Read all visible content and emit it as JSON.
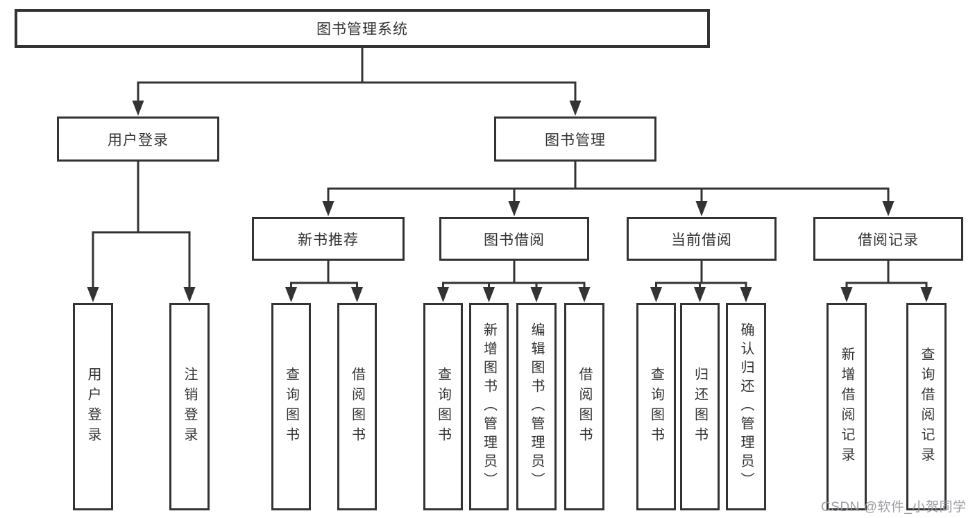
{
  "diagram_title": "图书管理系统",
  "nodes": {
    "root": {
      "label": "图书管理系统"
    },
    "user_login": {
      "label": "用户登录"
    },
    "book_mgmt": {
      "label": "图书管理"
    },
    "new_book_rec": {
      "label": "新书推荐"
    },
    "book_borrow": {
      "label": "图书借阅"
    },
    "current_borrow": {
      "label": "当前借阅"
    },
    "borrow_record": {
      "label": "借阅记录"
    },
    "v_user_login": {
      "label": "用户登录"
    },
    "v_logout": {
      "label": "注销登录"
    },
    "nb_query": {
      "label": "查询图书"
    },
    "nb_borrow": {
      "label": "借阅图书"
    },
    "bb_query": {
      "label": "查询图书"
    },
    "bb_add": {
      "label": "新增图书（管理员）"
    },
    "bb_edit": {
      "label": "编辑图书（管理员）"
    },
    "bb_borrow": {
      "label": "借阅图书"
    },
    "cb_query": {
      "label": "查询图书"
    },
    "cb_return": {
      "label": "归还图书"
    },
    "cb_confirm": {
      "label": "确认归还（管理员）"
    },
    "br_add": {
      "label": "新增借阅记录"
    },
    "br_query": {
      "label": "查询借阅记录"
    }
  },
  "hierarchy": {
    "root": [
      "user_login",
      "book_mgmt"
    ],
    "user_login": [
      "v_user_login",
      "v_logout"
    ],
    "book_mgmt": [
      "new_book_rec",
      "book_borrow",
      "current_borrow",
      "borrow_record"
    ],
    "new_book_rec": [
      "nb_query",
      "nb_borrow"
    ],
    "book_borrow": [
      "bb_query",
      "bb_add",
      "bb_edit",
      "bb_borrow"
    ],
    "current_borrow": [
      "cb_query",
      "cb_return",
      "cb_confirm"
    ],
    "borrow_record": [
      "br_add",
      "br_query"
    ]
  },
  "watermark": "CSDN @软件_小贺同学",
  "colors": {
    "line": "#333333",
    "box_border": "#333333",
    "box_fill": "#ffffff",
    "text": "#333333",
    "background": "#ffffff",
    "watermark": "#98989e"
  }
}
